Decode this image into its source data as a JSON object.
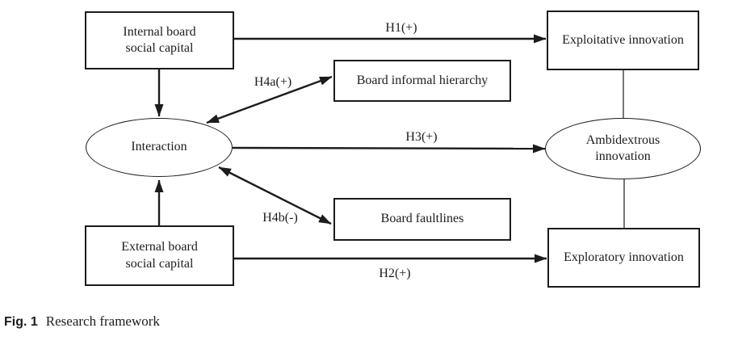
{
  "figure": {
    "caption": {
      "tag": "Fig. 1",
      "title": "Research framework"
    }
  },
  "nodes": {
    "internal_board": {
      "shape": "rectangle",
      "text": "Internal board\nsocial capital"
    },
    "exploitative": {
      "shape": "rectangle",
      "text": "Exploitative innovation"
    },
    "hierarchy": {
      "shape": "rectangle",
      "text": "Board informal hierarchy"
    },
    "interaction": {
      "shape": "ellipse",
      "text": "Interaction"
    },
    "ambidextrous": {
      "shape": "ellipse",
      "text": "Ambidextrous\ninnovation"
    },
    "faultlines": {
      "shape": "rectangle",
      "text": "Board faultlines"
    },
    "external_board": {
      "shape": "rectangle",
      "text": "External board\nsocial capital"
    },
    "exploratory": {
      "shape": "rectangle",
      "text": "Exploratory innovation"
    }
  },
  "edges": {
    "h1": {
      "label": "H1(+)",
      "from": "internal_board",
      "to": "exploitative",
      "style": "arrow"
    },
    "h2": {
      "label": "H2(+)",
      "from": "external_board",
      "to": "exploratory",
      "style": "arrow"
    },
    "h3": {
      "label": "H3(+)",
      "from": "interaction",
      "to": "ambidextrous",
      "style": "arrow"
    },
    "h4a": {
      "label": "H4a(+)",
      "from": "interaction",
      "to": "hierarchy",
      "style": "double-arrow"
    },
    "h4b": {
      "label": "H4b(-)",
      "from": "interaction",
      "to": "faultlines",
      "style": "double-arrow"
    },
    "internal_to_interaction": {
      "label": "",
      "from": "internal_board",
      "to": "interaction",
      "style": "arrow"
    },
    "external_to_interaction": {
      "label": "",
      "from": "external_board",
      "to": "interaction",
      "style": "arrow"
    },
    "exploitative_to_ambidextrous": {
      "label": "",
      "from": "exploitative",
      "to": "ambidextrous",
      "style": "plain-line"
    },
    "ambidextrous_to_exploratory": {
      "label": "",
      "from": "ambidextrous",
      "to": "exploratory",
      "style": "plain-line"
    }
  },
  "colors": {
    "line": "#1c1c1c",
    "text": "#1c1c1c",
    "background": "#ffffff"
  }
}
